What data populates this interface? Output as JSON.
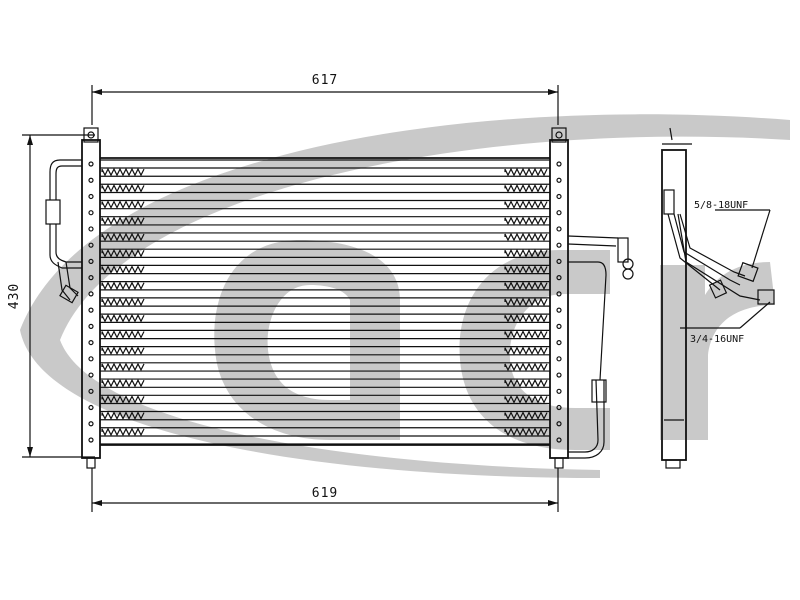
{
  "drawing": {
    "watermark_logo": "acr",
    "dimensions": {
      "top_width": "617",
      "bottom_width": "619",
      "height": "430"
    },
    "fittings": {
      "upper": "5/8-18UNF",
      "lower": "3/4-16UNF"
    },
    "tube_count": 18,
    "colors": {
      "line": "#111111",
      "watermark": "#c9c9c9",
      "background": "#ffffff"
    }
  }
}
